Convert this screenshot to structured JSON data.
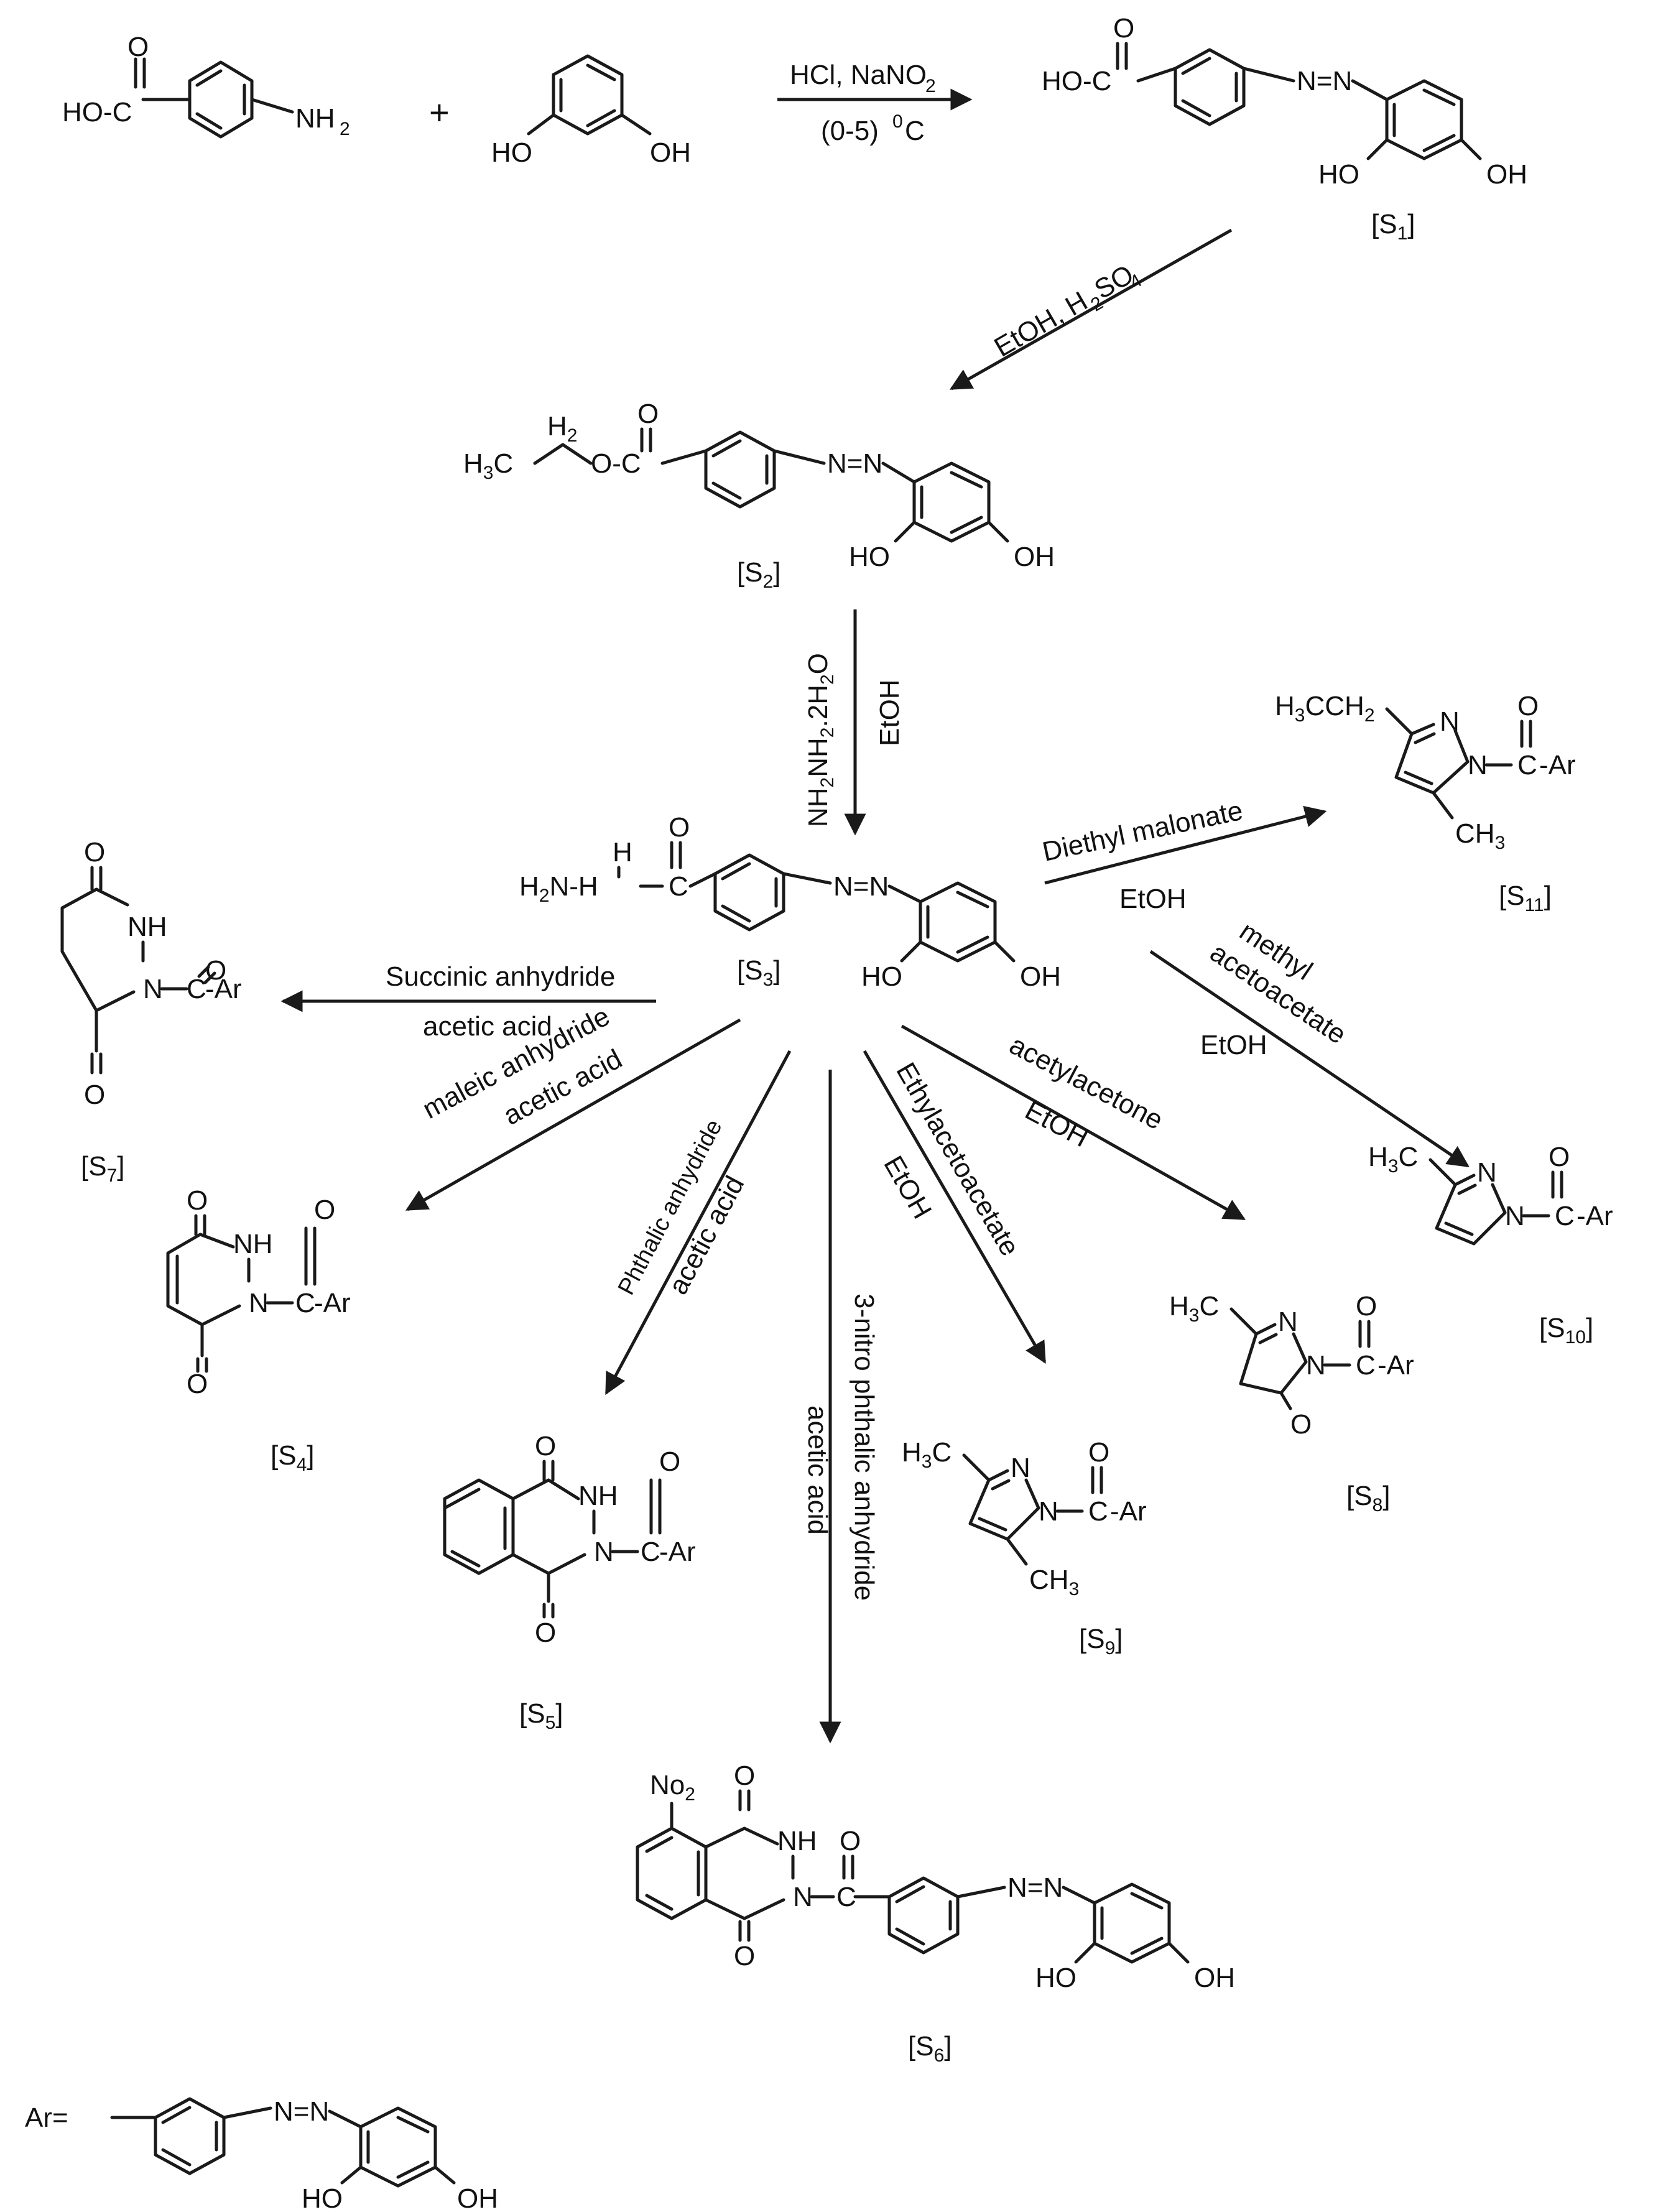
{
  "atoms": {
    "hooc": "HO-C",
    "o": "O",
    "ho": "HO",
    "oh": "OH",
    "nh2": "NH",
    "two": "2",
    "plus": "+",
    "azo": "N=N",
    "h2": "H",
    "h3c": "H",
    "c3": "3",
    "c": "C",
    "oc": "O-C",
    "h2n": "H",
    "n": "N",
    "nh": "NH",
    "hn": "N-H",
    "ch3": "CH",
    "ethyl": "H",
    "ch2": "CH",
    "dash_ar": "-Ar",
    "ar_text": "Ar",
    "no2": "No",
    "ar_eq": "Ar="
  },
  "conditions": {
    "s1_reagent": "HCl, NaNO",
    "s1_temp": "(0-5)",
    "s1_deg": "0",
    "s1_c": "C",
    "s2_reagent": "EtOH, H",
    "s2_so4": "SO",
    "s2_4": "4",
    "s3_reagent": "NH",
    "s3_reagent_b": "NH",
    "s3_reagent_c": ".2H",
    "s3_reagent_d": "O",
    "s3_etoh": "EtOH",
    "s11_reagent": "Diethyl malonate",
    "s11_etoh": "EtOH",
    "s10_reagent_a": "methyl",
    "s10_reagent_b": "acetoacetate",
    "s10_etoh": "EtOH",
    "s7_reagent": "Succinic anhydride",
    "s7_acid": "acetic acid",
    "s4_reagent": "maleic anhydride",
    "s4_acid": "acetic acid",
    "s5_reagent": "Phthalic anhydride",
    "s5_acid": "acetic acid",
    "s6_acid": "acetic acid",
    "s6_reagent": "3-nitro phthalic anhydride",
    "s9_reagent": "Ethylacetoacetate",
    "s9_etoh": "EtOH",
    "s8_reagent": "acetylacetone",
    "s8_etoh": "EtOH"
  },
  "compounds": {
    "s1": {
      "pre": "[S",
      "num": "1",
      "post": "]"
    },
    "s2": {
      "pre": "[S",
      "num": "2",
      "post": "]"
    },
    "s3": {
      "pre": "[S",
      "num": "3",
      "post": "]"
    },
    "s4": {
      "pre": "[S",
      "num": "4",
      "post": "]"
    },
    "s5": {
      "pre": "[S",
      "num": "5",
      "post": "]"
    },
    "s6": {
      "pre": "[S",
      "num": "6",
      "post": "]"
    },
    "s7": {
      "pre": "[S",
      "num": "7",
      "post": "]"
    },
    "s8": {
      "pre": "[S",
      "num": "8",
      "post": "]"
    },
    "s9": {
      "pre": "[S",
      "num": "9",
      "post": "]"
    },
    "s10": {
      "pre": "[S",
      "num": "10",
      "post": "]"
    },
    "s11": {
      "pre": "[S",
      "num": "11",
      "post": "]"
    }
  }
}
